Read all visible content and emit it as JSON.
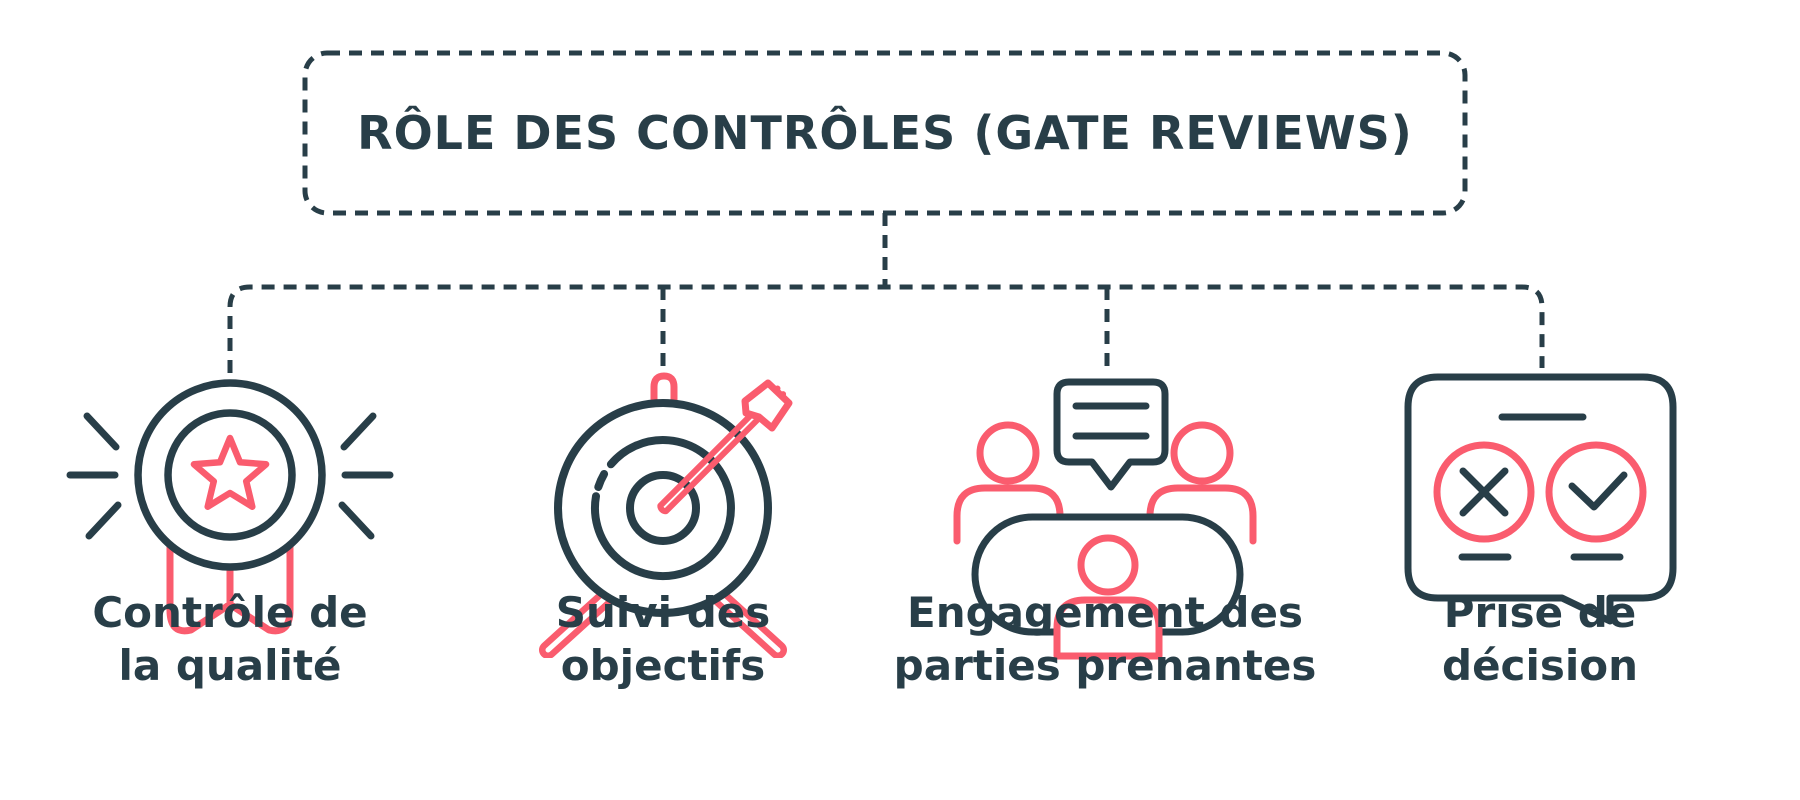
{
  "title": "RÔLE DES CONTRÔLES (GATE REVIEWS)",
  "colors": {
    "navy": "#283e48",
    "pink": "#fa5c6e",
    "background": "#ffffff"
  },
  "items": [
    {
      "id": "controle-qualite",
      "icon": "medal-star-icon",
      "label_lines": [
        "Contrôle de",
        "la qualité"
      ]
    },
    {
      "id": "suivi-objectifs",
      "icon": "target-arrow-icon",
      "label_lines": [
        "Suivi des",
        "objectifs"
      ]
    },
    {
      "id": "engagement-parties",
      "icon": "meeting-people-icon",
      "label_lines": [
        "Engagement des",
        "parties prenantes"
      ]
    },
    {
      "id": "prise-decision",
      "icon": "decision-bubble-icon",
      "label_lines": [
        "Prise de",
        "décision"
      ]
    }
  ]
}
